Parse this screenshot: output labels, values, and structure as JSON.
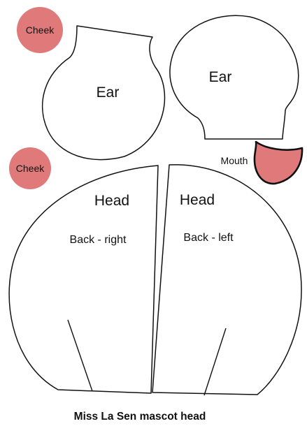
{
  "labels": {
    "cheek_top": "Cheek",
    "cheek_left": "Cheek",
    "ear_left": "Ear",
    "ear_right": "Ear",
    "mouth": "Mouth",
    "head_left": "Head",
    "head_right": "Head",
    "back_right": "Back -  right",
    "back_left": "Back - left"
  },
  "caption": "Miss La Sen mascot head",
  "colors": {
    "cheek_fill": "#e07a7a",
    "mouth_fill": "#e07a7a",
    "outline": "#111111",
    "background": "#ffffff"
  }
}
